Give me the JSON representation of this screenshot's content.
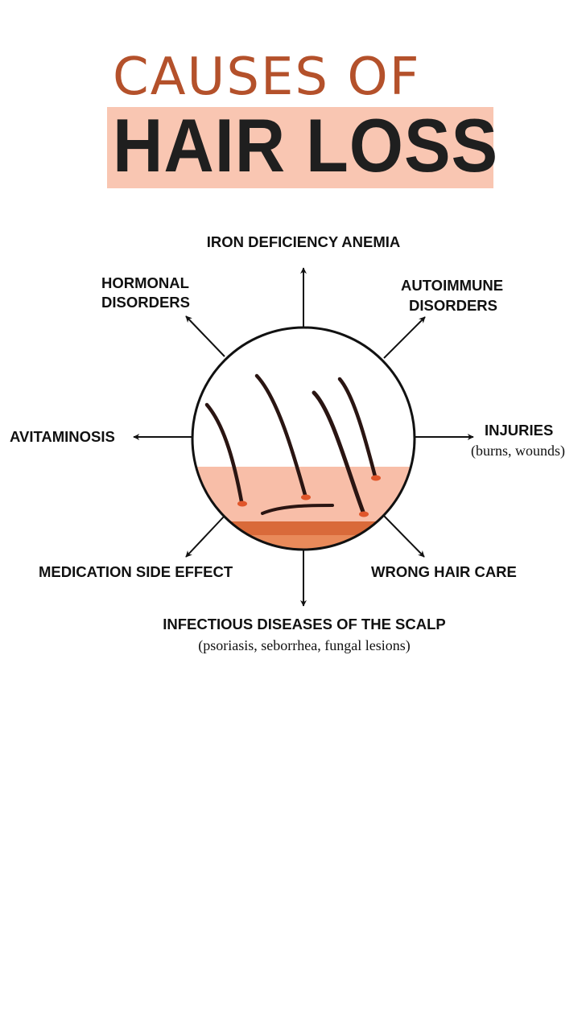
{
  "header": {
    "title_line1": "CAUSES OF",
    "title_line2": "HAIR LOSS"
  },
  "colors": {
    "title_accent": "#b4512b",
    "title_highlight": "#f9c6b2",
    "skin": "#f8bea8",
    "skin_deep": "#d96a3a",
    "hair": "#2a1512",
    "follicle": "#e0562a"
  },
  "causes": {
    "top": {
      "label": "IRON DEFICIENCY ANEMIA"
    },
    "top_left": {
      "line1": "HORMONAL",
      "line2": "DISORDERS"
    },
    "top_right": {
      "line1": "AUTOIMMUNE",
      "line2": "DISORDERS"
    },
    "left": {
      "label": "AVITAMINOSIS"
    },
    "right": {
      "label": "INJURIES",
      "sub": "(burns, wounds)"
    },
    "bottom_left": {
      "label": "MEDICATION SIDE EFFECT"
    },
    "bottom_right": {
      "label": "WRONG HAIR CARE"
    },
    "bottom": {
      "label": "INFECTIOUS DISEASES OF THE SCALP",
      "sub": "(psoriasis, seborrhea, fungal lesions)"
    }
  }
}
